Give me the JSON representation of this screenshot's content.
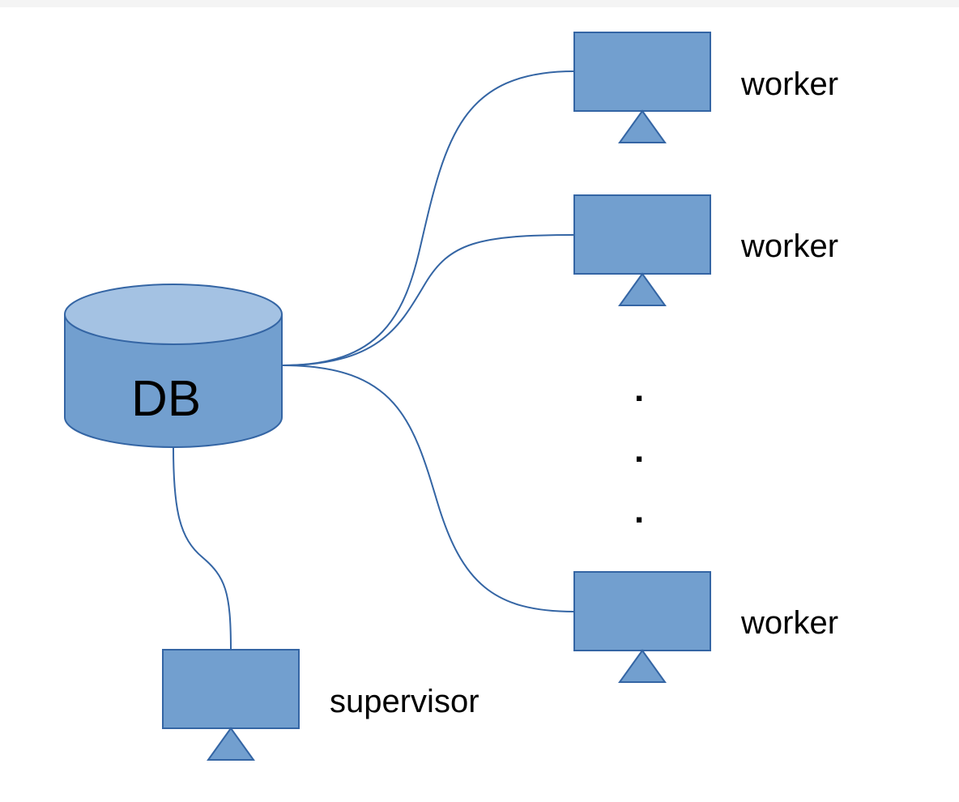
{
  "diagram": {
    "db": {
      "label": "DB"
    },
    "workers": [
      {
        "label": "worker"
      },
      {
        "label": "worker"
      },
      {
        "label": "worker"
      }
    ],
    "ellipsis": [
      ".",
      ".",
      "."
    ],
    "supervisor": {
      "label": "supervisor"
    }
  },
  "colors": {
    "node_fill": "#729fcf",
    "node_stroke": "#3465a4",
    "db_top_fill": "#a4c2e3",
    "connector": "#3465a4",
    "text": "#000000"
  },
  "icons": {
    "db": "database-cylinder-icon",
    "node": "monitor-icon"
  }
}
